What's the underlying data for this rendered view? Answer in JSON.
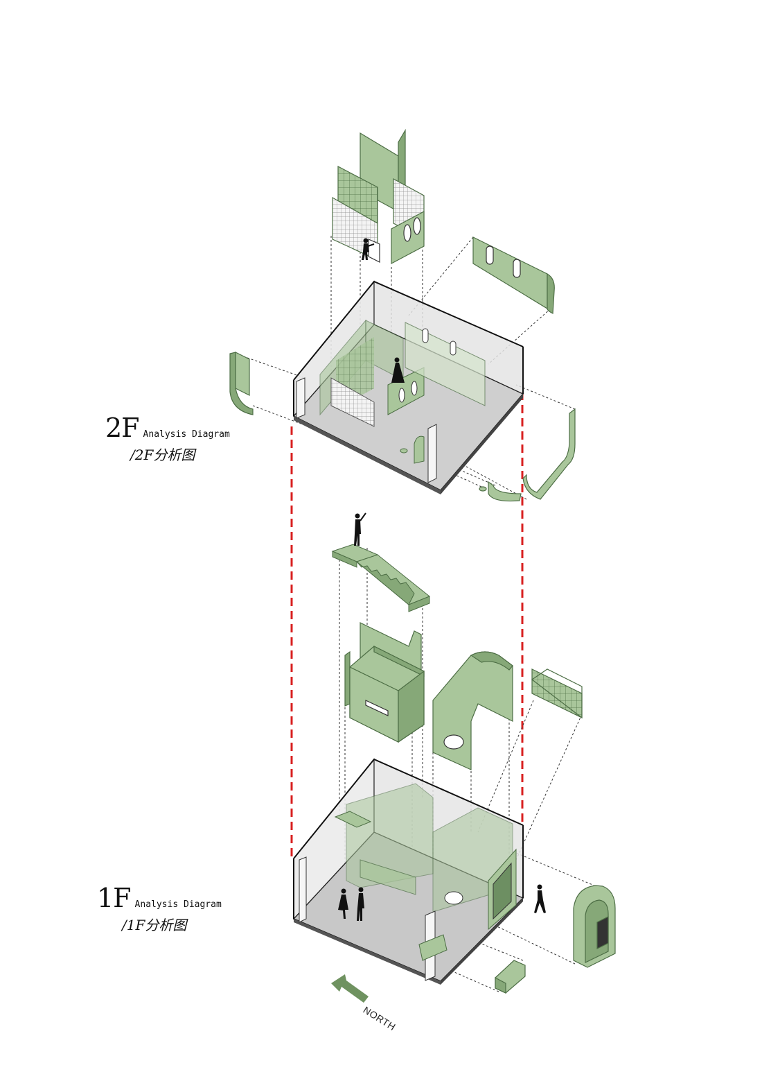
{
  "floor_2f": {
    "title": "2F",
    "subtitle": "Analysis Diagram",
    "chinese": "/2F分析图"
  },
  "floor_1f": {
    "title": "1F",
    "subtitle": "Analysis Diagram",
    "chinese": "/1F分析图"
  },
  "north": {
    "label": "NORTH"
  },
  "colors": {
    "green_fill": "#a9c69b",
    "green_dark": "#86a878",
    "green_stroke": "#4d6e45",
    "glass_gray": "#d9d9d9",
    "floor_gray": "#c8c8c8",
    "wall_white": "#f2f2f2",
    "guide_red": "#d82020",
    "guide_black": "#333333",
    "north_arrow": "#6f9260"
  },
  "icons": [
    "north-arrow-icon",
    "person-icon"
  ]
}
